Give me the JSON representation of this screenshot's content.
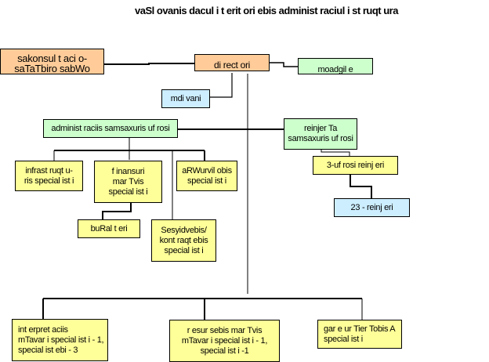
{
  "title": "vaSl ovanis dacul i t erit ori ebis administ raciul i st ruqt ura",
  "nodes": {
    "sakonsultacio": [
      "sakonsul t aci o-",
      "saTaTbiro sabWo"
    ],
    "director": [
      "di rect ori"
    ],
    "moadgile": [
      "moadgil e"
    ],
    "mdivani": [
      "mdi vani"
    ],
    "admin": [
      "administ raciis samsaxuris uf rosi"
    ],
    "reinjer": [
      "reinjer Ta",
      "samsaxuris uf rosi"
    ],
    "ufrosi_reinjeri": [
      "3-uf rosi reinj eri"
    ],
    "reinjeri": [
      "23 - reinj eri"
    ],
    "infra": [
      "infrast ruqt u-",
      "ris special ist i"
    ],
    "finansuri": [
      "f inansuri",
      "mar Tvis",
      "special ist i"
    ],
    "aRWurviloba": [
      "aRWurvil obis",
      "special ist i"
    ],
    "buRalteri": [
      "buRal t eri"
    ],
    "sesyidvebi": [
      "Sesyidvebis/",
      "kont raqt ebis",
      "special ist i"
    ],
    "interpretacia": [
      "int erpret aciis",
      "mTavar i special ist i - 1,",
      "special ist ebi - 3"
    ],
    "resursebi": [
      "r esur sebis mar Tvis",
      "mTavar i special ist i - 1,",
      "special ist i -1"
    ],
    "garemo": [
      "gar e ur Tier Tobis A",
      "special ist i"
    ]
  }
}
